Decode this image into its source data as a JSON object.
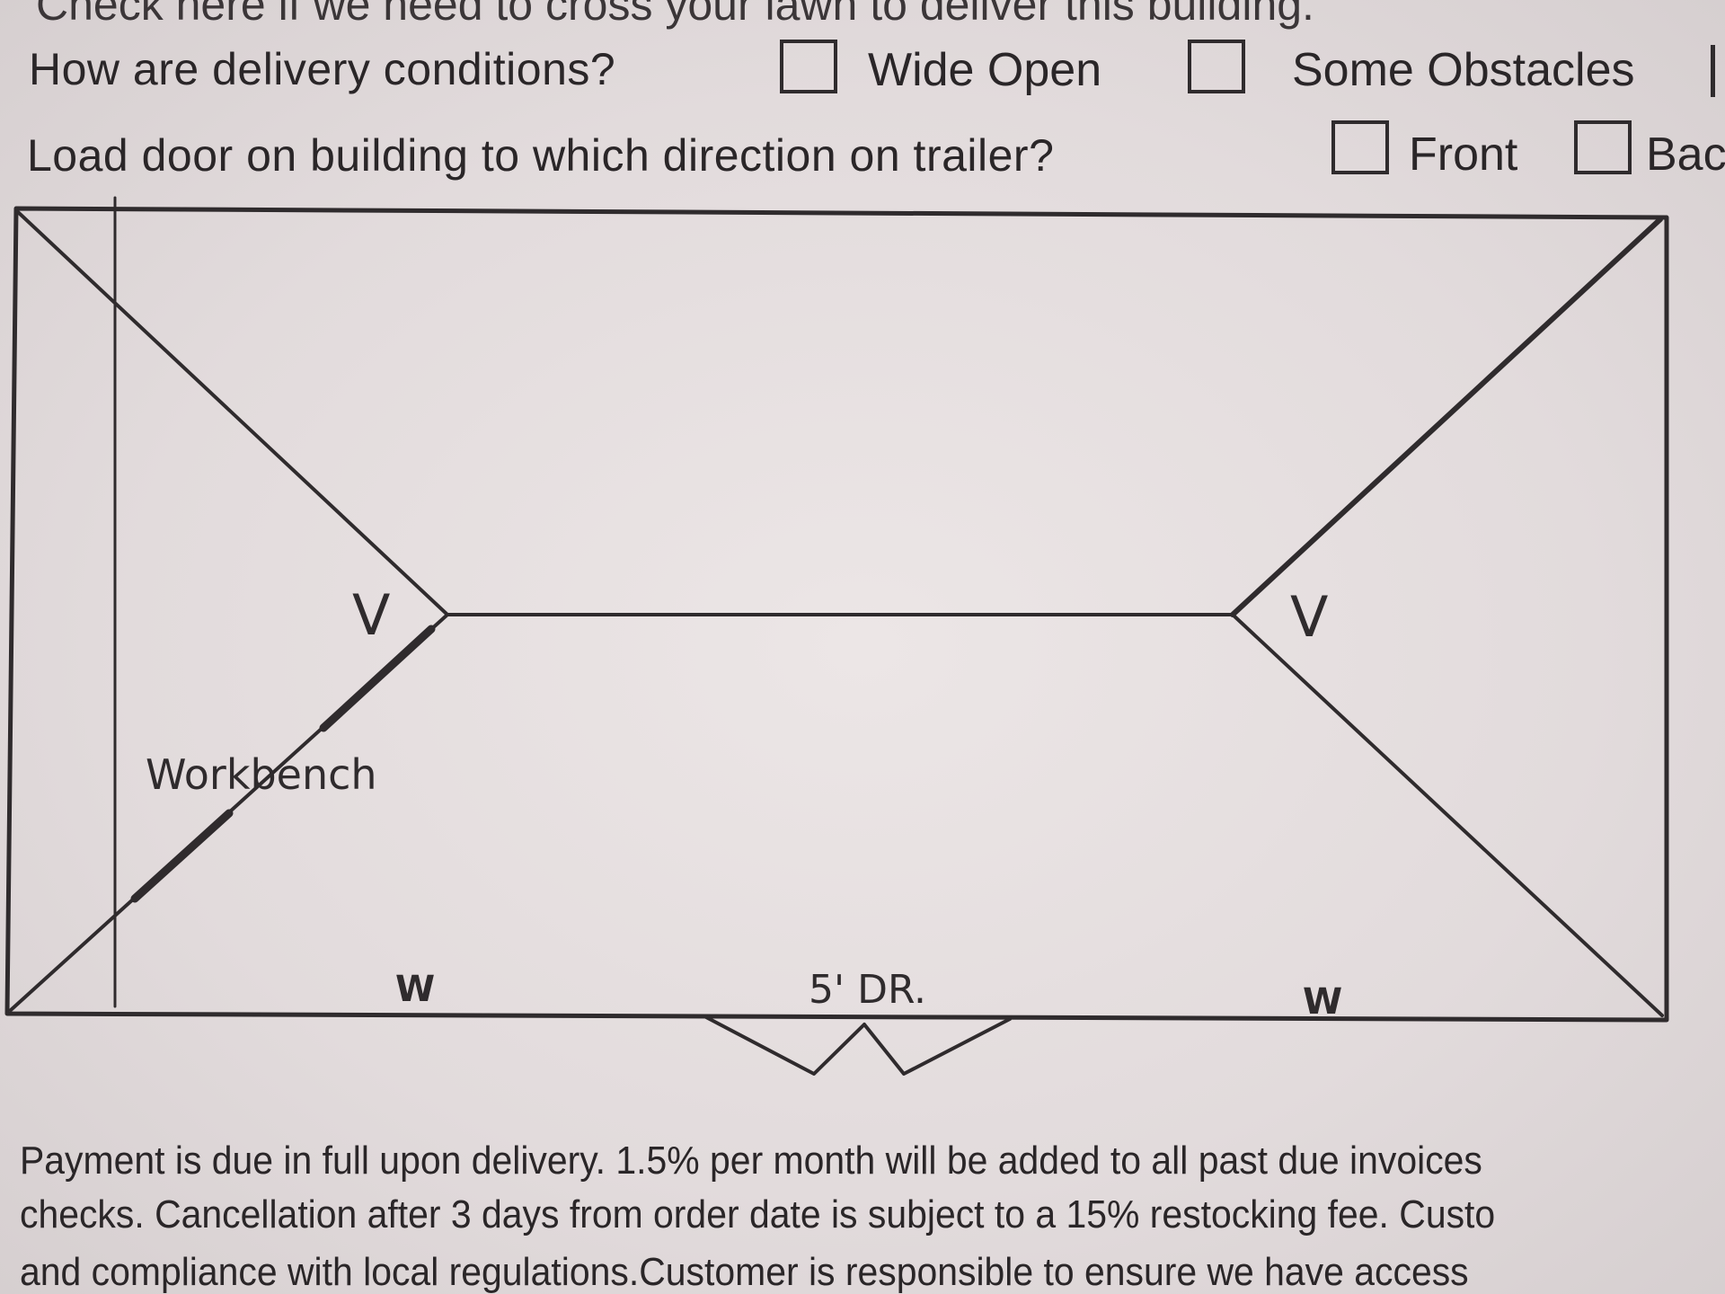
{
  "form": {
    "cut_top_line": "Check here if we need to cross your lawn to deliver this building.",
    "delivery_question": "How are delivery conditions?",
    "delivery_options": [
      "Wide Open",
      "Some Obstacles"
    ],
    "door_question": "Load door on building to which direction on trailer?",
    "door_options": [
      "Front",
      "Bac"
    ]
  },
  "floor_plan": {
    "labels": {
      "vent_left": "V",
      "vent_right": "V",
      "workbench": "Workbench",
      "window_left": "W",
      "door": "5' DR.",
      "window_right": "W"
    }
  },
  "terms": {
    "line1": "Payment is due in full upon delivery. 1.5% per month will be added to all past due invoices",
    "line2": "checks. Cancellation after 3 days from order date is subject to a 15% restocking fee. Custo",
    "line3": "and compliance with local regulations.Customer is responsible to ensure we have access"
  },
  "colors": {
    "paper": "#e6dfe0",
    "ink": "#2f2b2d"
  }
}
